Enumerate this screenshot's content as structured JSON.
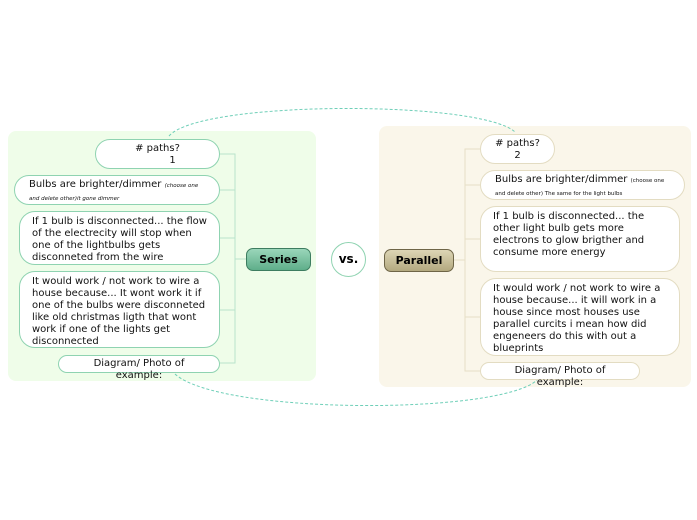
{
  "center": {
    "label": "vs."
  },
  "series": {
    "label": "Series",
    "color": "#7cc4a2",
    "paths": {
      "title": "# paths?",
      "value": "1"
    },
    "bulbs": {
      "text": "Bulbs are brighter/dimmer",
      "note": "(choose one and delete other)it  gone dimmer"
    },
    "disconnect": {
      "text": "If 1 bulb is disconnected... the flow of the electrecity will stop when one of the lightbulbs gets disconneted from the wire"
    },
    "wire": {
      "text": "It would work / not work to wire a house because...  It wont work it if one of the bulbs were disconneted like old christmas ligth that wont work if one of the lights get disconnected"
    },
    "diagram": {
      "text": "Diagram/ Photo of example:"
    }
  },
  "parallel": {
    "label": "Parallel",
    "color": "#c8bf9a",
    "paths": {
      "title": "# paths?",
      "value": "2"
    },
    "bulbs": {
      "text": "Bulbs are brighter/dimmer",
      "note": "(choose one and delete other) The same for the light bulbs"
    },
    "disconnect": {
      "text": "If 1 bulb is disconnected... the other light bulb gets more electrons to glow brigther and consume more energy"
    },
    "wire": {
      "text": "It would work / not work to wire a house because... it will work in a house since most houses use parallel curcits i mean how did engeneers do this with out a blueprints"
    },
    "diagram": {
      "text": "Diagram/ Photo of example:"
    }
  }
}
